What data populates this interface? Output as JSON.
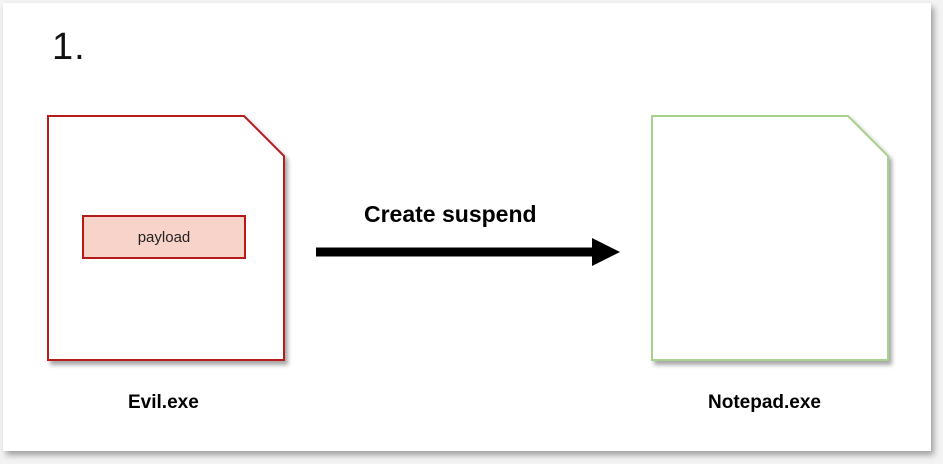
{
  "step": "1.",
  "source_file": {
    "label": "Evil.exe",
    "inner_block": "payload",
    "border_color": "#b51a1a"
  },
  "target_file": {
    "label": "Notepad.exe",
    "border_color": "#a9d18e"
  },
  "arrow": {
    "label": "Create suspend",
    "color": "#000000"
  }
}
